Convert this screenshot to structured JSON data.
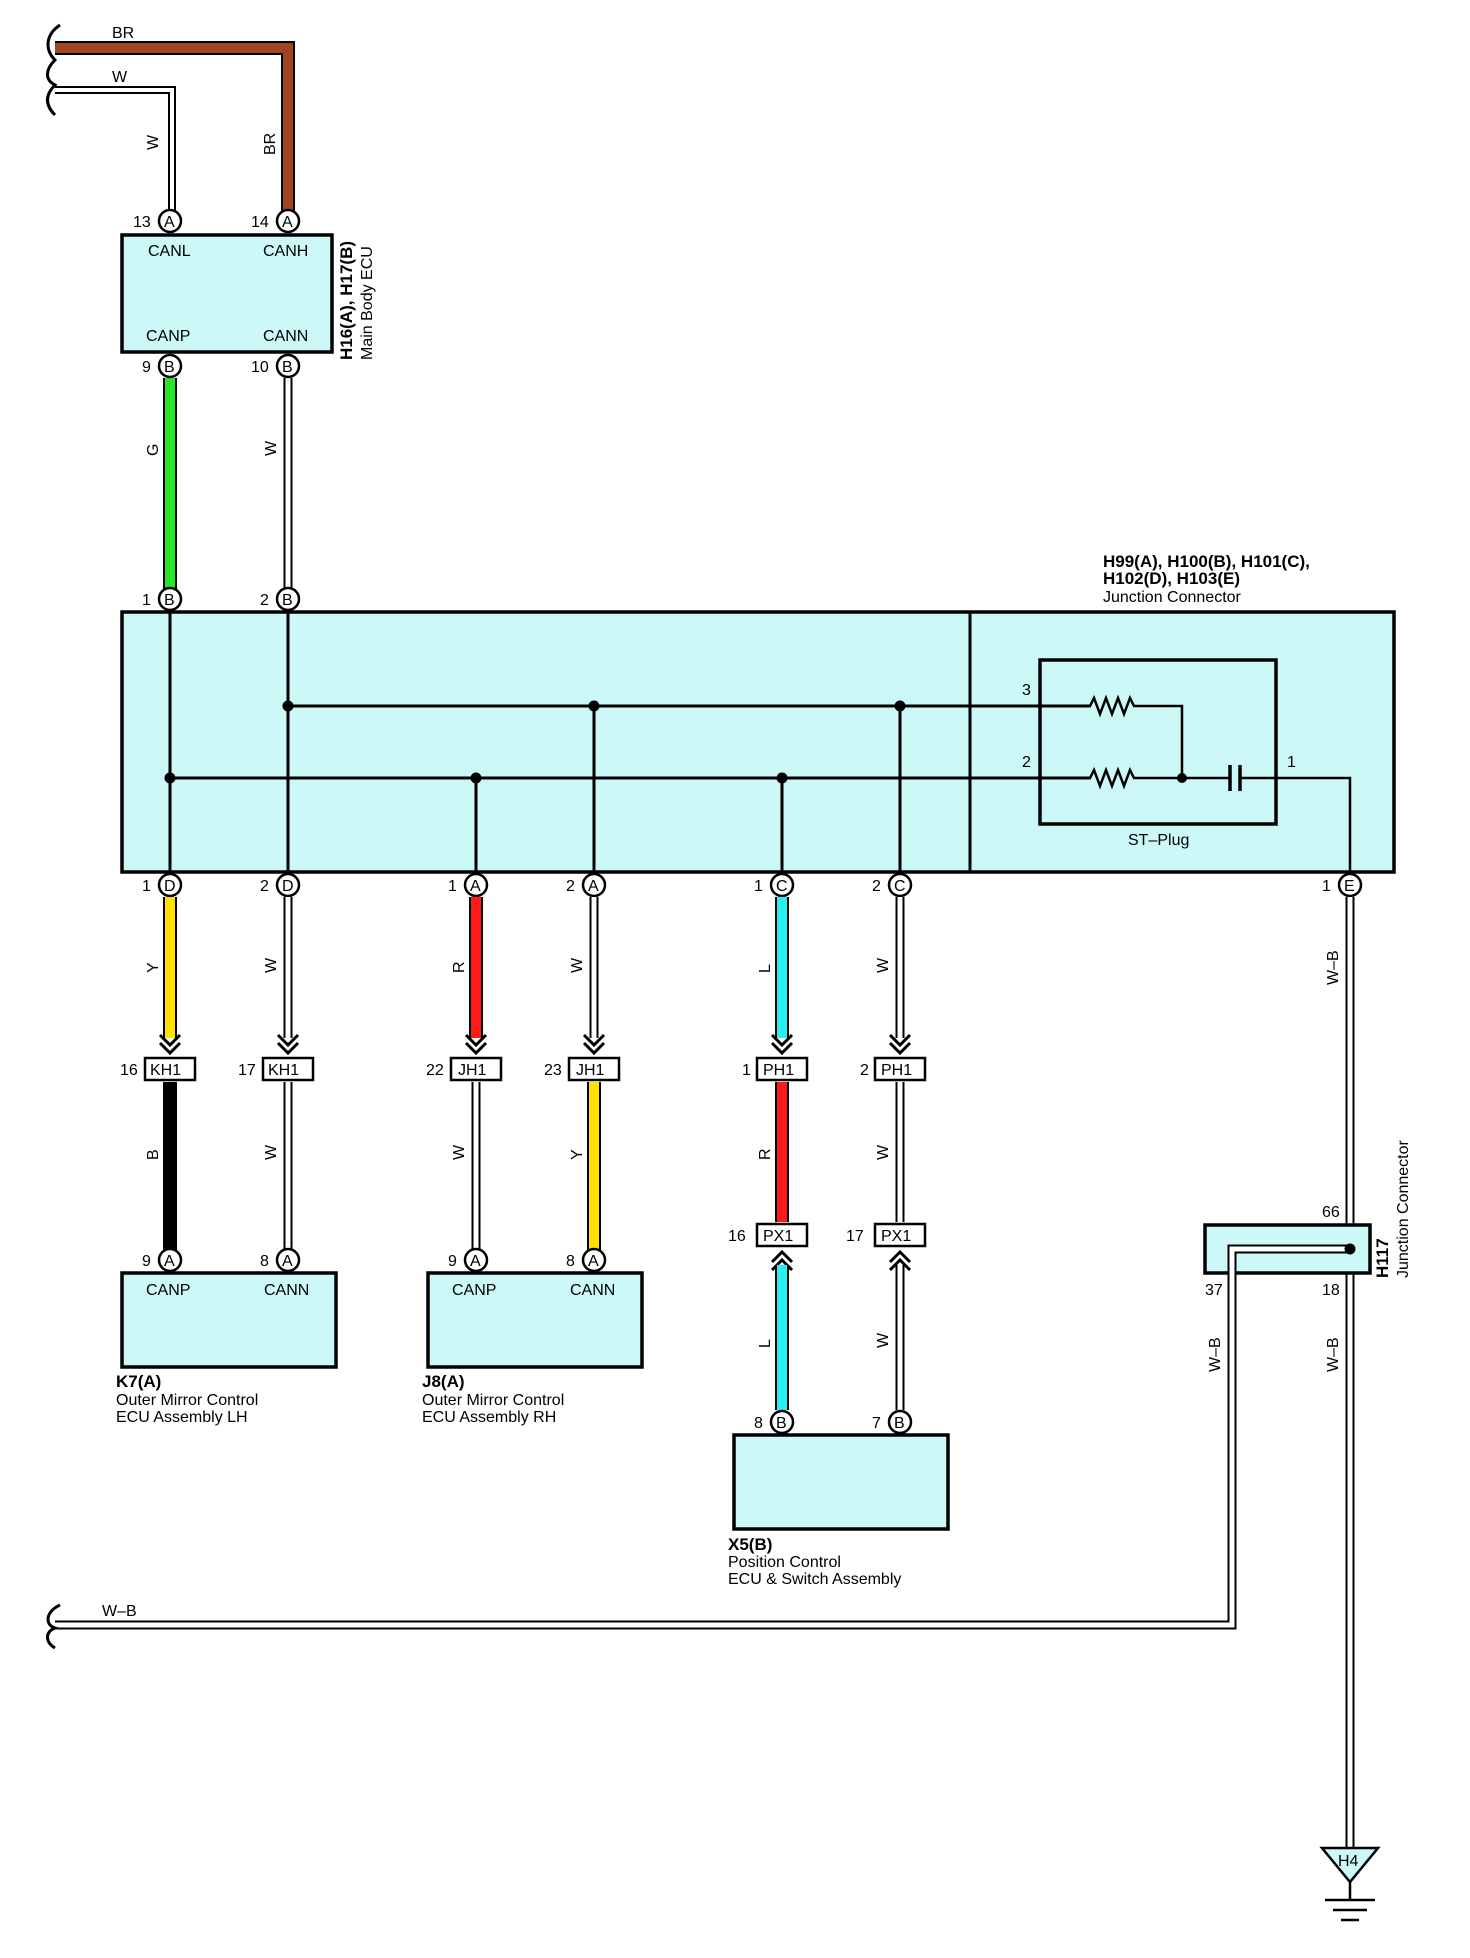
{
  "colors": {
    "box_fill": "#cdf8f8",
    "BR": "#a0461e",
    "G": "#28e628",
    "Y": "#ffe000",
    "R": "#ff1a1a",
    "L": "#28f0f0",
    "B": "#000000",
    "W": "#ffffff"
  },
  "top_wires": {
    "br": "BR",
    "w": "W"
  },
  "main_body_ecu": {
    "code": "H16(A), H17(B)",
    "name": "Main Body ECU",
    "pins": {
      "canl": "CANL",
      "canh": "CANH",
      "canp": "CANP",
      "cann": "CANN",
      "p13": "13",
      "p14": "14",
      "p9": "9",
      "p10": "10",
      "a": "A",
      "b": "B"
    },
    "wire_labels": {
      "w_top": "W",
      "br_top": "BR",
      "g": "G",
      "w_bot": "W"
    }
  },
  "junction": {
    "code_line1": "H99(A), H100(B), H101(C),",
    "code_line2": "H102(D), H103(E)",
    "name": "Junction Connector",
    "st_plug": "ST–Plug",
    "st_pins": {
      "p3": "3",
      "p2": "2",
      "p1": "1"
    },
    "top_pins": {
      "p1": "1",
      "p2": "2",
      "b": "B"
    },
    "bottom_pins": {
      "d1": "1",
      "d2": "2",
      "a1": "1",
      "a2": "2",
      "c1": "1",
      "c2": "2",
      "e1": "1",
      "D": "D",
      "A": "A",
      "C": "C",
      "E": "E"
    }
  },
  "wires_mid": {
    "y": "Y",
    "w1": "W",
    "r": "R",
    "w2": "W",
    "l": "L",
    "w3": "W",
    "wb": "W–B"
  },
  "connectors": {
    "kh1_16": "16",
    "kh1_17": "17",
    "kh1": "KH1",
    "jh1_22": "22",
    "jh1_23": "23",
    "jh1": "JH1",
    "ph1_1": "1",
    "ph1_2": "2",
    "ph1": "PH1",
    "px1_16": "16",
    "px1_17": "17",
    "px1": "PX1"
  },
  "wires_low": {
    "b": "B",
    "w1": "W",
    "w2": "W",
    "y": "Y",
    "r": "R",
    "w3": "W",
    "l": "L",
    "w4": "W"
  },
  "k7": {
    "code": "K7(A)",
    "name1": "Outer Mirror Control",
    "name2": "ECU Assembly LH",
    "canp": "CANP",
    "cann": "CANN",
    "p9": "9",
    "p8": "8",
    "a": "A"
  },
  "j8": {
    "code": "J8(A)",
    "name1": "Outer Mirror Control",
    "name2": "ECU Assembly RH",
    "canp": "CANP",
    "cann": "CANN",
    "p9": "9",
    "p8": "8",
    "a": "A"
  },
  "x5": {
    "code": "X5(B)",
    "name1": "Position Control",
    "name2": "ECU & Switch Assembly",
    "p8": "8",
    "p7": "7",
    "b": "B"
  },
  "h117": {
    "code": "H117",
    "name": "Junction Connector",
    "p66": "66",
    "p37": "37",
    "p18": "18",
    "wb_left": "W–B",
    "wb_right": "W–B"
  },
  "bottom_wire": "W–B",
  "ground": "H4"
}
